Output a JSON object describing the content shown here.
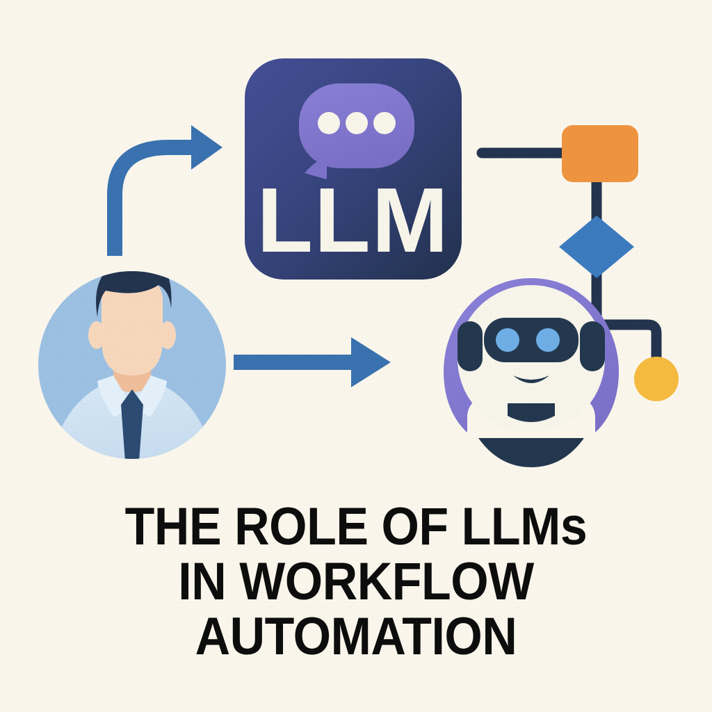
{
  "poster": {
    "background_color": "#faf6ec",
    "title_lines": [
      "THE ROLE OF LLMs",
      "IN WORKFLOW",
      "AUTOMATION"
    ],
    "title_color": "#0d0d0d",
    "full_title": "THE ROLE OF LLMs IN WORKFLOW AUTOMATION"
  },
  "llm_card": {
    "label": "LLM",
    "gradient_start": "#454f96",
    "gradient_end": "#22314d",
    "bubble_color": "#8075ce",
    "dot_color": "#f7f4ea",
    "dot_count": 3
  },
  "user_avatar": {
    "circle_color": "#9cc0e2",
    "hair_color": "#23344f",
    "skin_color": "#f7d7bb",
    "shirt_color": "#cfe3f3",
    "tie_color": "#2c4a72"
  },
  "robot": {
    "body_color": "#8077d0",
    "face_color": "#f7f4ea",
    "visor_color": "#23384f",
    "eye_color": "#6eaee4",
    "eye_count": 2,
    "mouth_color": "#23384f",
    "base_color": "#23384f"
  },
  "flowchart": {
    "nodes": [
      {
        "name": "process-node",
        "shape": "rounded-rect",
        "color": "#ee9440"
      },
      {
        "name": "decision-node",
        "shape": "diamond",
        "color": "#3b7bbe"
      },
      {
        "name": "terminal-node",
        "shape": "circle",
        "color": "#f5ba3f"
      }
    ],
    "connector_color": "#23344f"
  },
  "arrows": {
    "color": "#3a72b0",
    "items": [
      {
        "name": "curved-arrow-user-to-llm",
        "direction": "up-right"
      },
      {
        "name": "straight-arrow-user-to-robot",
        "direction": "right"
      }
    ]
  }
}
